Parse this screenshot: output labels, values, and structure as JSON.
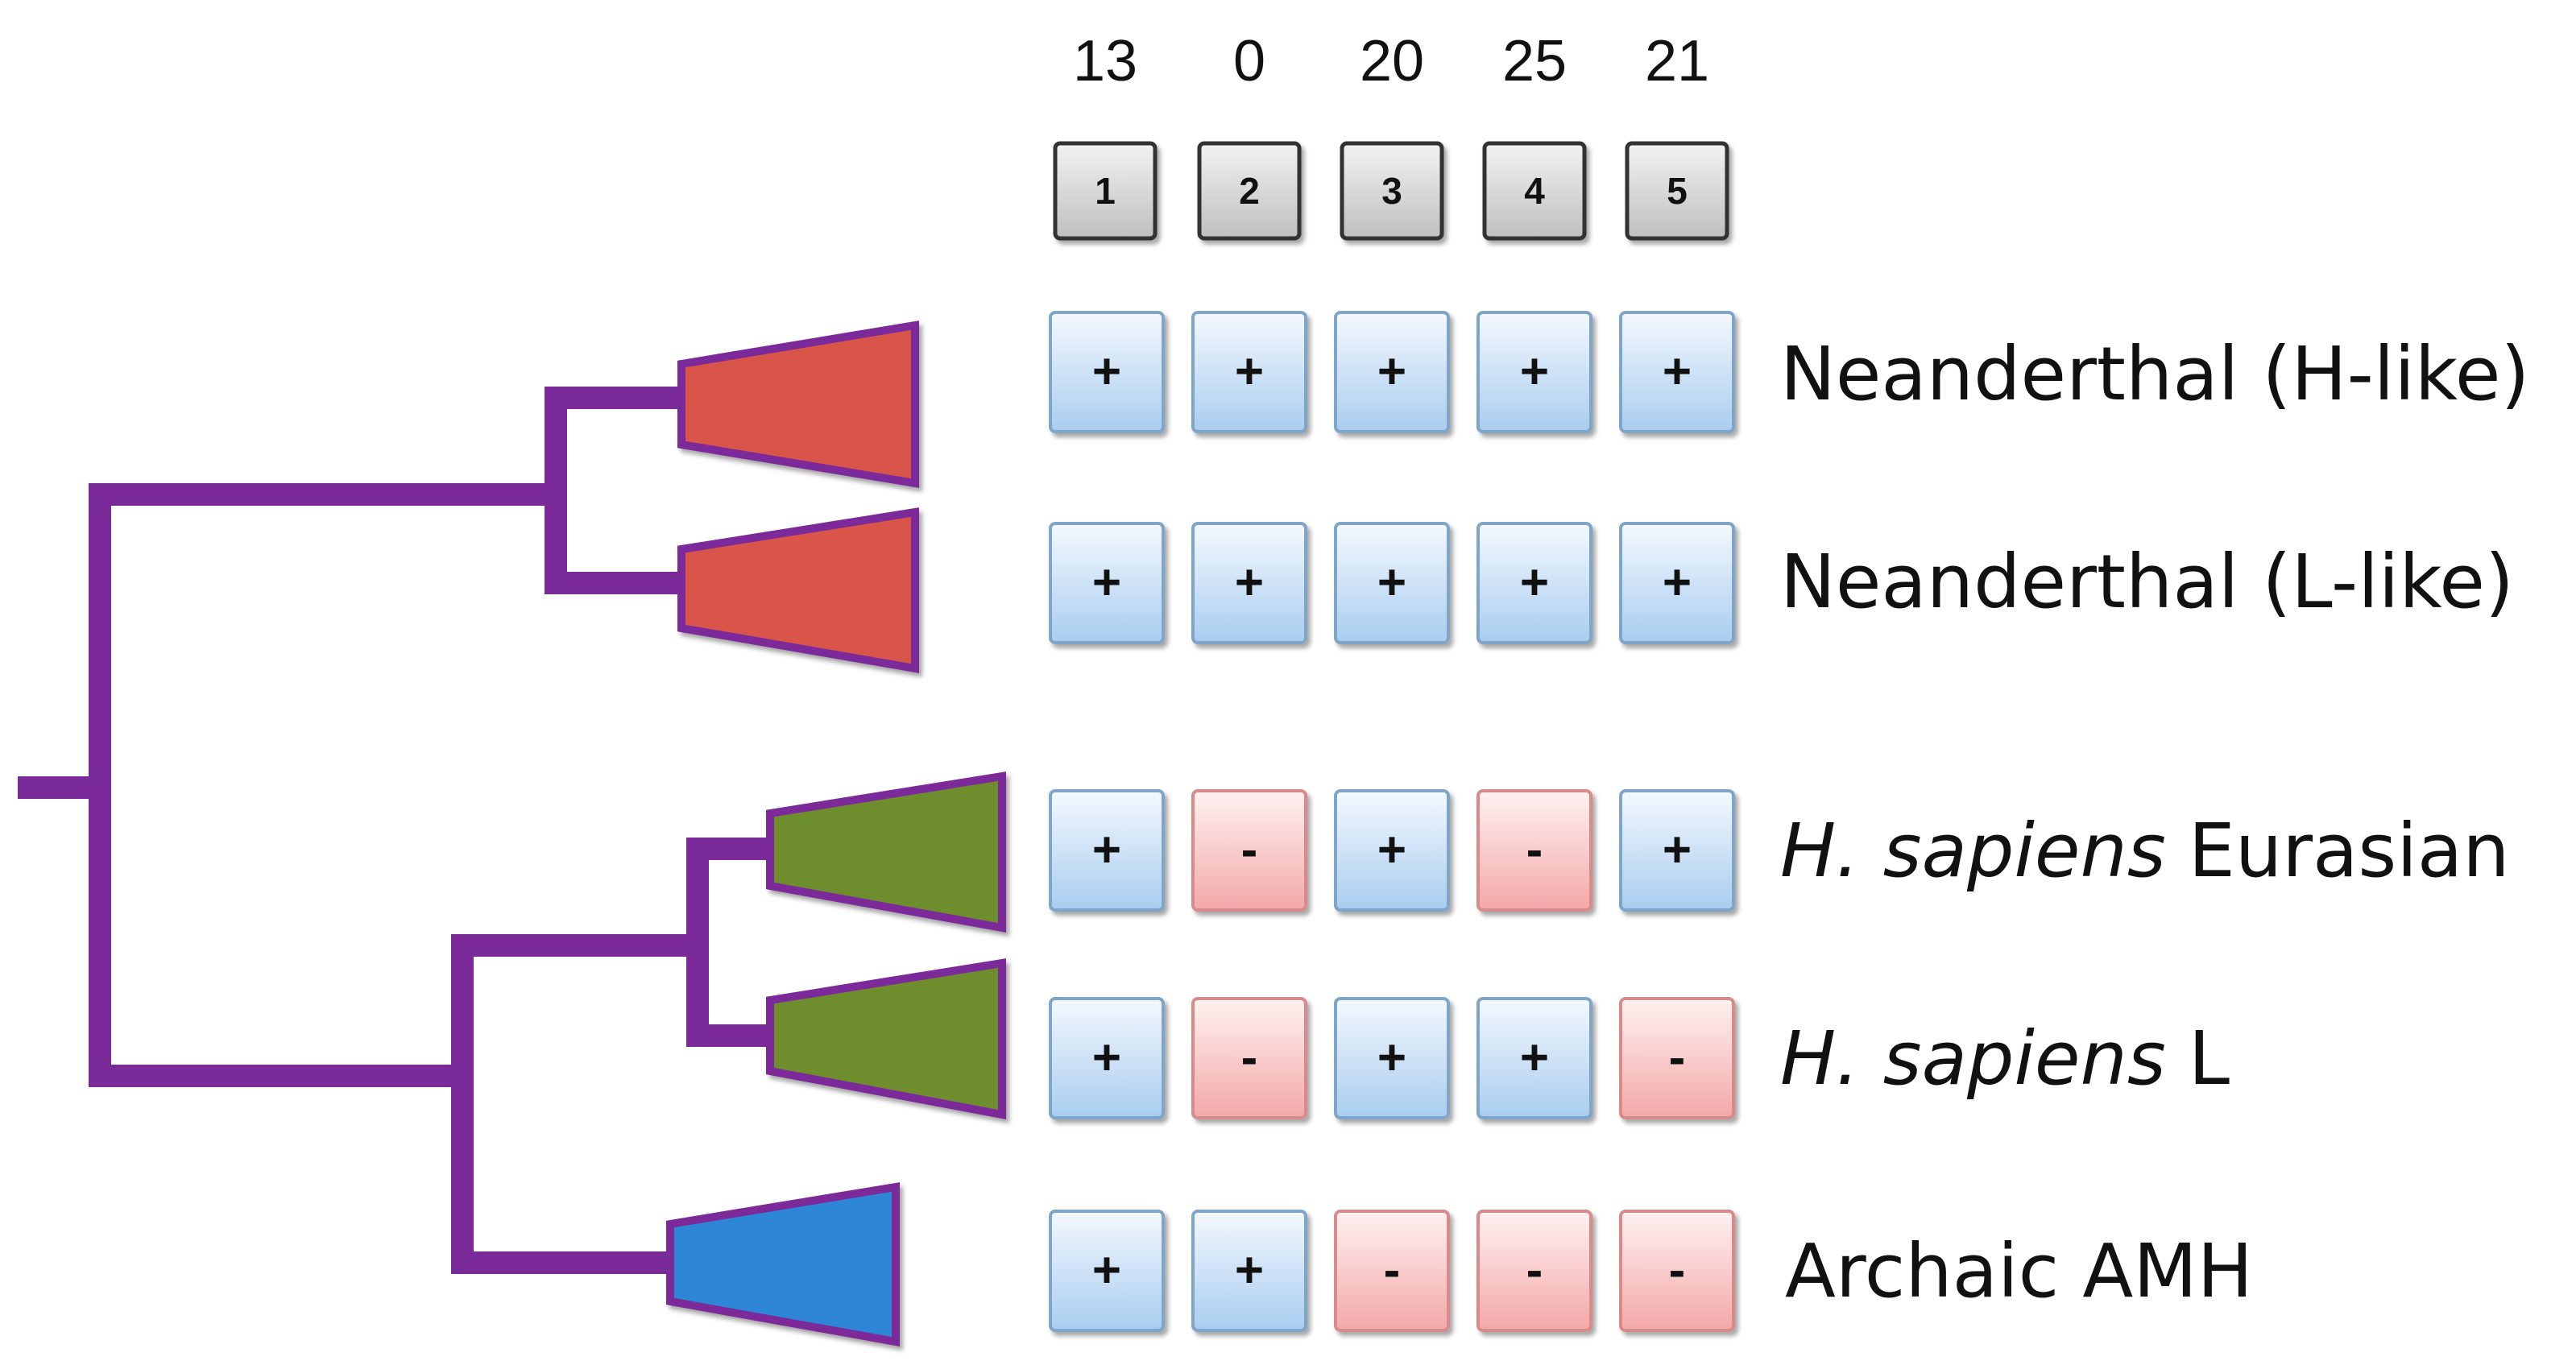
{
  "colors": {
    "branch": "#7B2A9A",
    "neanderthal": "#D9544A",
    "sapiens": "#6E8E2E",
    "archaic": "#2E86D6",
    "plus_cell_top": "#F4F8FE",
    "plus_cell_bottom": "#A9CDEF",
    "minus_cell_top": "#FFF1F1",
    "minus_cell_bottom": "#F3A8A8",
    "header_top": "#F2F2F2",
    "header_bottom": "#BFBFBF"
  },
  "columns": [
    {
      "number": "1",
      "count": "13"
    },
    {
      "number": "2",
      "count": "0"
    },
    {
      "number": "3",
      "count": "20"
    },
    {
      "number": "4",
      "count": "25"
    },
    {
      "number": "5",
      "count": "21"
    }
  ],
  "rows": [
    {
      "label_italic": "",
      "label_plain": "Neanderthal (H-like)",
      "clade": "neanderthal",
      "signs": [
        "+",
        "+",
        "+",
        "+",
        "+"
      ]
    },
    {
      "label_italic": "",
      "label_plain": "Neanderthal (L-like)",
      "clade": "neanderthal",
      "signs": [
        "+",
        "+",
        "+",
        "+",
        "+"
      ]
    },
    {
      "label_italic": "H. sapiens",
      "label_plain": "Eurasian",
      "clade": "sapiens",
      "signs": [
        "+",
        "-",
        "+",
        "-",
        "+"
      ]
    },
    {
      "label_italic": "H. sapiens",
      "label_plain": "L",
      "clade": "sapiens",
      "signs": [
        "+",
        "-",
        "+",
        "+",
        "-"
      ]
    },
    {
      "label_italic": "",
      "label_plain": "Archaic AMH",
      "clade": "archaic",
      "signs": [
        "+",
        "+",
        "-",
        "-",
        "-"
      ]
    }
  ]
}
